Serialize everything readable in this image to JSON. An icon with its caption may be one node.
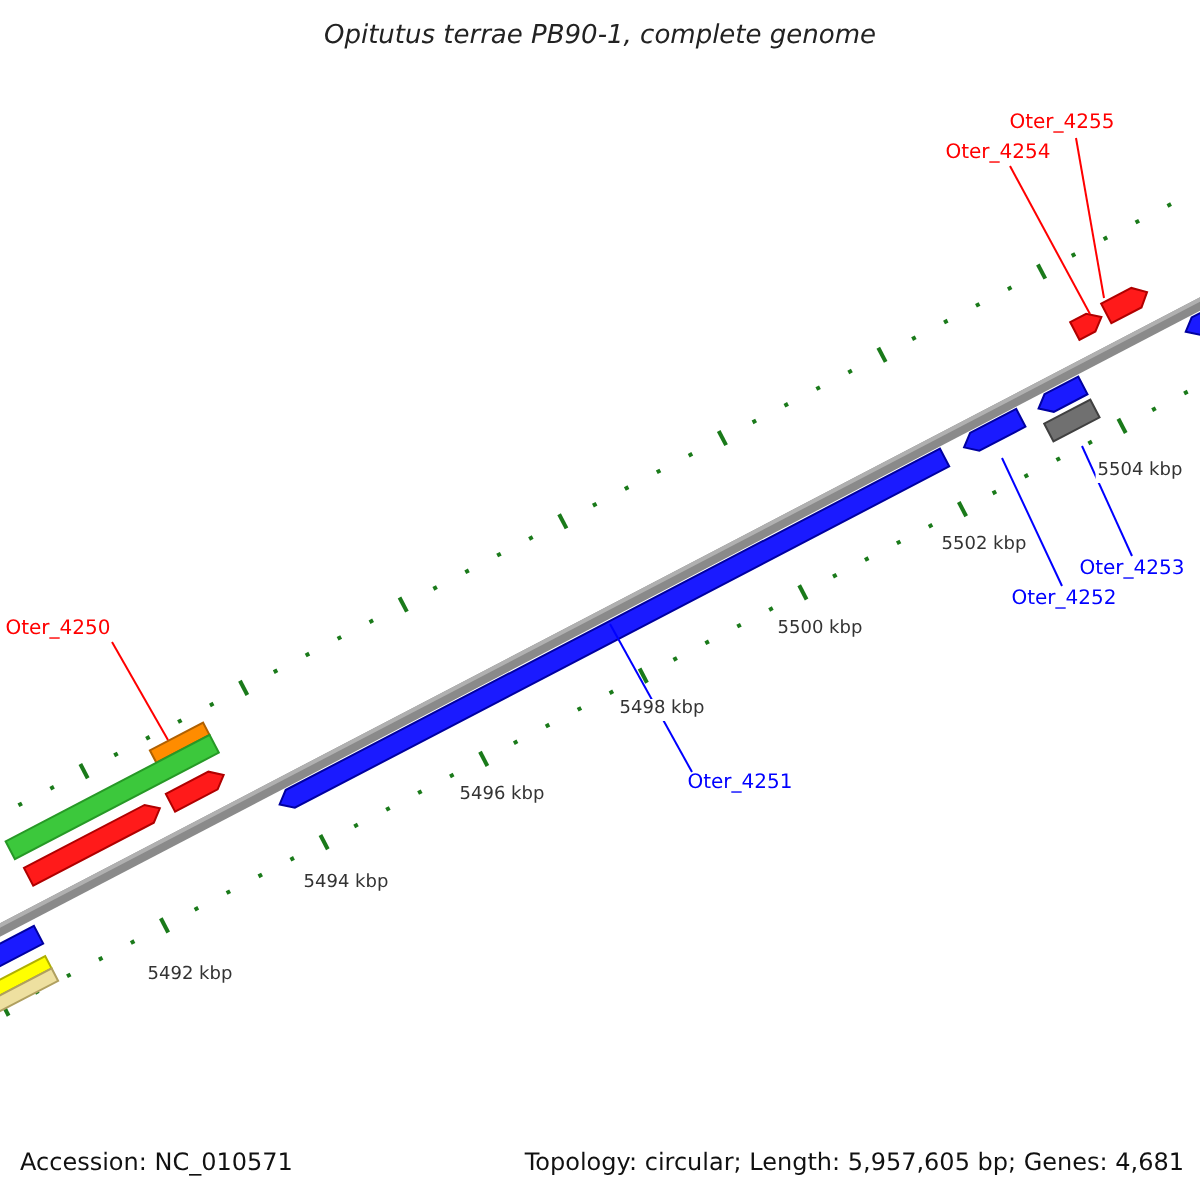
{
  "diagram": {
    "title": "Opitutus terrae PB90-1, complete genome",
    "nodes": [
      {
        "text": [
          "Oter_4255"
        ]
      },
      {
        "text": [
          "Oter_4254"
        ]
      },
      {
        "text": [
          "Oter_4253"
        ]
      },
      {
        "text": [
          "Oter_4252"
        ]
      },
      {
        "text": [
          "Oter_4250"
        ]
      },
      {
        "text": [
          "Oter_4251"
        ]
      },
      {
        "text": [],
        "shape": "bar"
      },
      {
        "text": [],
        "shape": "bar"
      },
      {
        "text": [],
        "shape": "bar"
      },
      {
        "text": [],
        "shape": "bar"
      },
      {
        "text": [],
        "shape": "bar"
      },
      {
        "text": [],
        "shape": "bar"
      },
      {
        "text": [],
        "shape": "bar"
      },
      {
        "text": [],
        "shape": "bar"
      },
      {
        "text": [],
        "shape": "bar"
      },
      {
        "text": [],
        "shape": "bar"
      },
      {
        "text": [],
        "shape": "bar"
      },
      {
        "text": [],
        "shape": "bar"
      },
      {
        "text": [],
        "shape": "bar"
      },
      {
        "text": [],
        "shape": "bar"
      }
    ],
    "edges": [
      {
        "from": 0,
        "to": 11,
        "arrow": "none"
      },
      {
        "from": 1,
        "to": 10,
        "arrow": "none"
      },
      {
        "from": 2,
        "to": 9,
        "arrow": "none",
        "color": "#0000ff"
      },
      {
        "from": 3,
        "to": 8,
        "arrow": "none",
        "color": "#0000ff"
      },
      {
        "from": 4,
        "to": 6,
        "arrow": "none"
      },
      {
        "from": 5,
        "to": 7,
        "arrow": "none",
        "color": "#0000ff"
      }
    ],
    "labels": [
      "5504 kbp",
      "5502 kbp",
      "5500 kbp",
      "5498 kbp",
      "5496 kbp",
      "5494 kbp",
      "5492 kbp",
      "Accession: NC_010571",
      "Topology: circular; Length: 5,957,605 bp; Genes: 4,681"
    ]
  }
}
